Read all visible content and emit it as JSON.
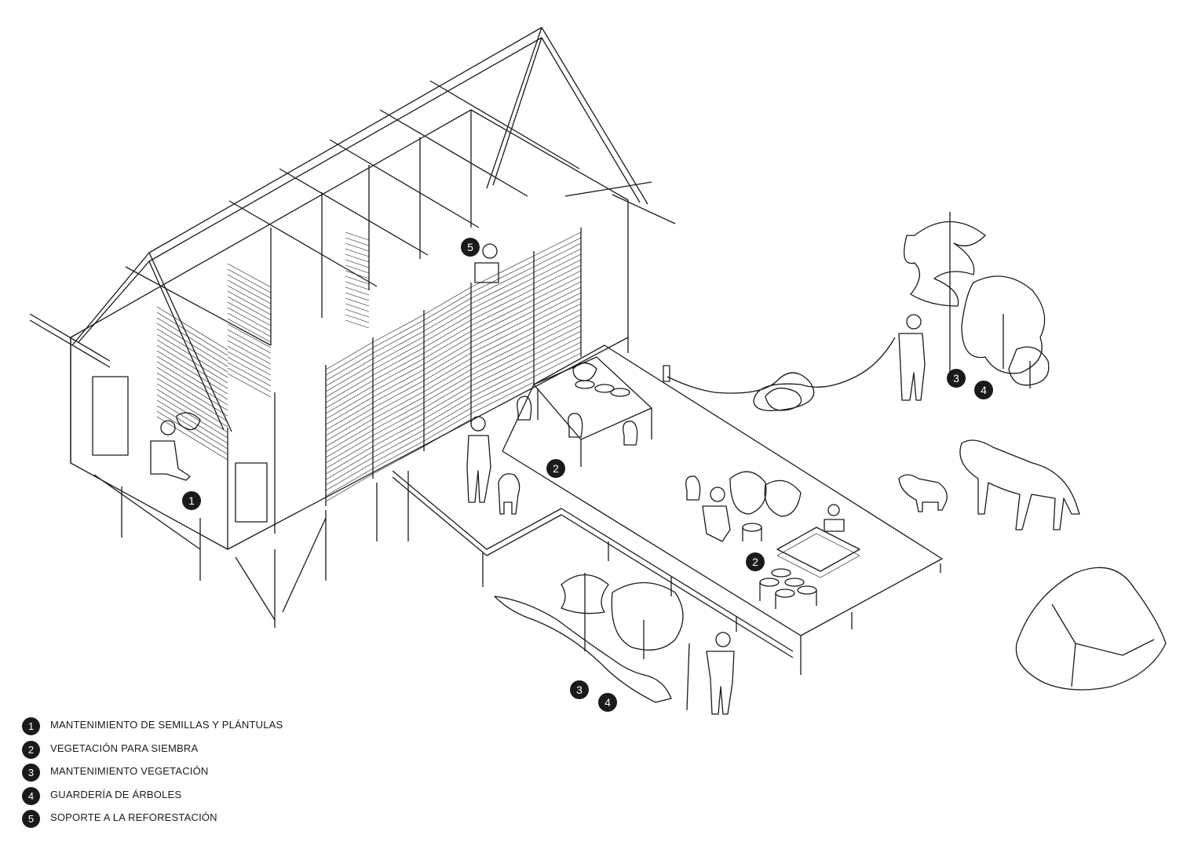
{
  "diagram": {
    "markers": [
      {
        "id": "m1",
        "label": "1"
      },
      {
        "id": "m2a",
        "label": "2"
      },
      {
        "id": "m2b",
        "label": "2"
      },
      {
        "id": "m3a",
        "label": "3"
      },
      {
        "id": "m4a",
        "label": "4"
      },
      {
        "id": "m3b",
        "label": "3"
      },
      {
        "id": "m4b",
        "label": "4"
      },
      {
        "id": "m5",
        "label": "5"
      }
    ]
  },
  "legend": {
    "items": [
      {
        "number": "1",
        "text": "MANTENIMIENTO DE SEMILLAS Y PLÁNTULAS"
      },
      {
        "number": "2",
        "text": "VEGETACIÓN PARA SIEMBRA"
      },
      {
        "number": "3",
        "text": "MANTENIMIENTO VEGETACIÓN"
      },
      {
        "number": "4",
        "text": "GUARDERÍA DE ÁRBOLES"
      },
      {
        "number": "5",
        "text": "SOPORTE A LA REFORESTACIÓN"
      }
    ]
  },
  "style": {
    "ink": "#1a1a1a",
    "paper": "#ffffff"
  }
}
